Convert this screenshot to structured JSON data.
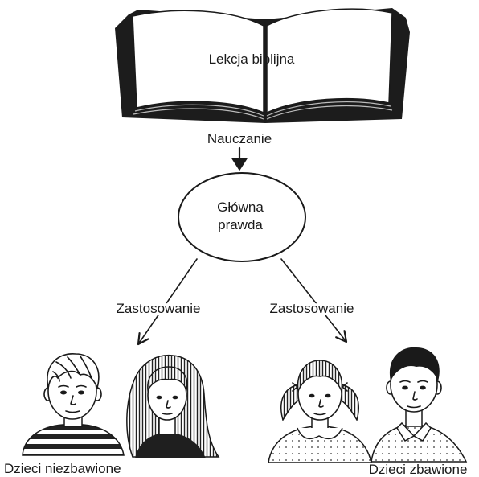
{
  "diagram": {
    "book_label": "Lekcja biblijna",
    "teaching_label": "Nauczanie",
    "main_truth": {
      "line1": "Główna",
      "line2": "prawda"
    },
    "application_left": "Zastosowanie",
    "application_right": "Zastosowanie",
    "unsaved_label": "Dzieci niezbawione",
    "saved_label": "Dzieci zbawione"
  },
  "colors": {
    "ink": "#1a1a1a",
    "paper": "#ffffff"
  }
}
